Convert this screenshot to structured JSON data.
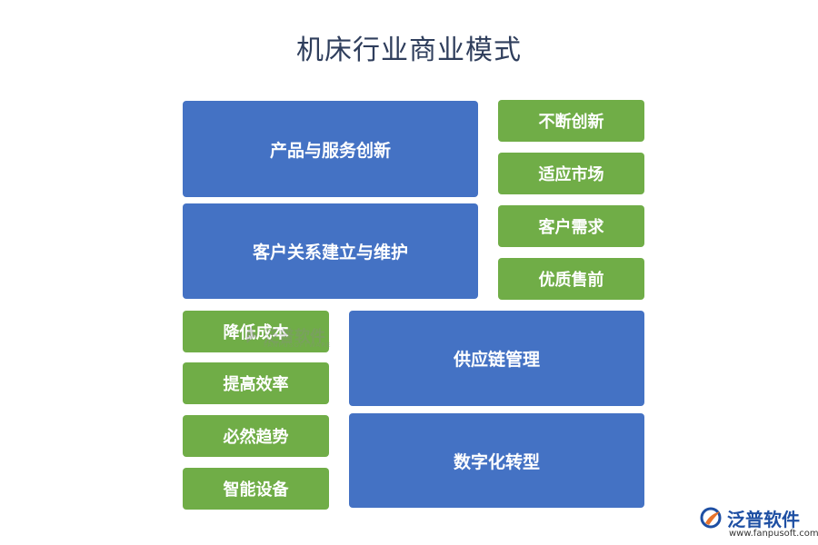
{
  "title": "机床行业商业模式",
  "blue_blocks": [
    "产品与服务创新",
    "客户关系建立与维护",
    "供应链管理",
    "数字化转型"
  ],
  "green_blocks_right": [
    "不断创新",
    "适应市场",
    "客户需求",
    "优质售前"
  ],
  "green_blocks_left": [
    "降低成本",
    "提高效率",
    "必然趋势",
    "智能设备"
  ],
  "watermark": {
    "text": "泛普软件",
    "sub": "FANPUSOFTWARE"
  },
  "brand": {
    "name": "泛普软件",
    "url": "www.fanpusoft.com"
  },
  "colors": {
    "blue": "#4472c4",
    "green": "#70ad47",
    "title": "#2f3e5c",
    "brand": "#1e4fa3"
  }
}
